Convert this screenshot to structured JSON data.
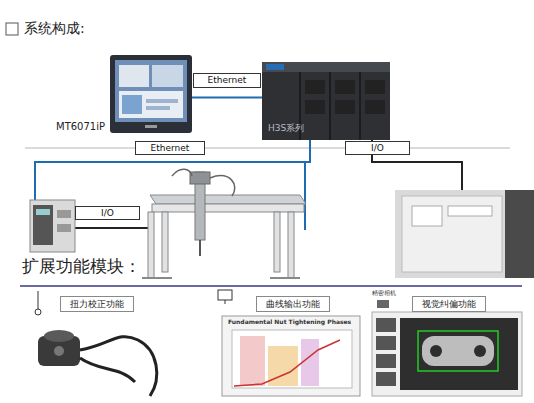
{
  "diagram": {
    "title": "系统构成:",
    "nodes": [
      {
        "text": [
          "MT6071iP"
        ]
      },
      {
        "text": [
          "H3S系列"
        ]
      },
      {
        "text": [
          "Ethernet"
        ]
      },
      {
        "text": [
          "I/O"
        ]
      },
      {
        "text": [
          "I/O"
        ]
      },
      {
        "text": [
          "扭力校正功能"
        ]
      },
      {
        "text": [
          "曲线输出功能"
        ]
      },
      {
        "text": [
          "视觉纠偏功能"
        ]
      }
    ],
    "edges": [
      {
        "from": 0,
        "to": 1,
        "label": "Ethernet",
        "arrow": "none"
      }
    ],
    "labels": [
      "扩展功能模块：",
      "Fundamental Nut Tightening Phases",
      "精密相机"
    ]
  }
}
